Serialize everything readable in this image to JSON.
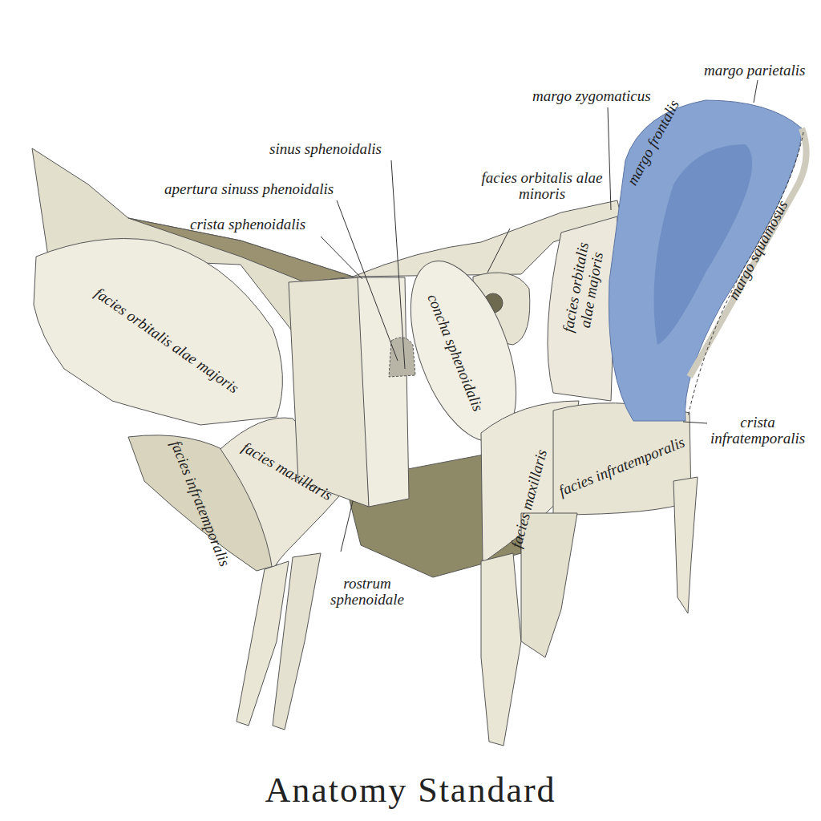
{
  "diagram": {
    "labels": [
      "margo parietalis",
      "margo zygomaticus",
      "margo frontalis",
      "sinus sphenoidalis",
      "apertura sinuss phenoidalis",
      "facies orbitalis alae minoris",
      "crista sphenoidalis",
      "margo squamosus",
      "facies orbitalis alae majoris",
      "concha sphenoidalis",
      "facies orbitalis alae majoris",
      "crista infratemporalis",
      "facies infratemporalis",
      "facies maxillaris",
      "facies maxillaris",
      "facies infratemporalis",
      "rostrum sphenoidale",
      "Anatomy Standard"
    ]
  }
}
